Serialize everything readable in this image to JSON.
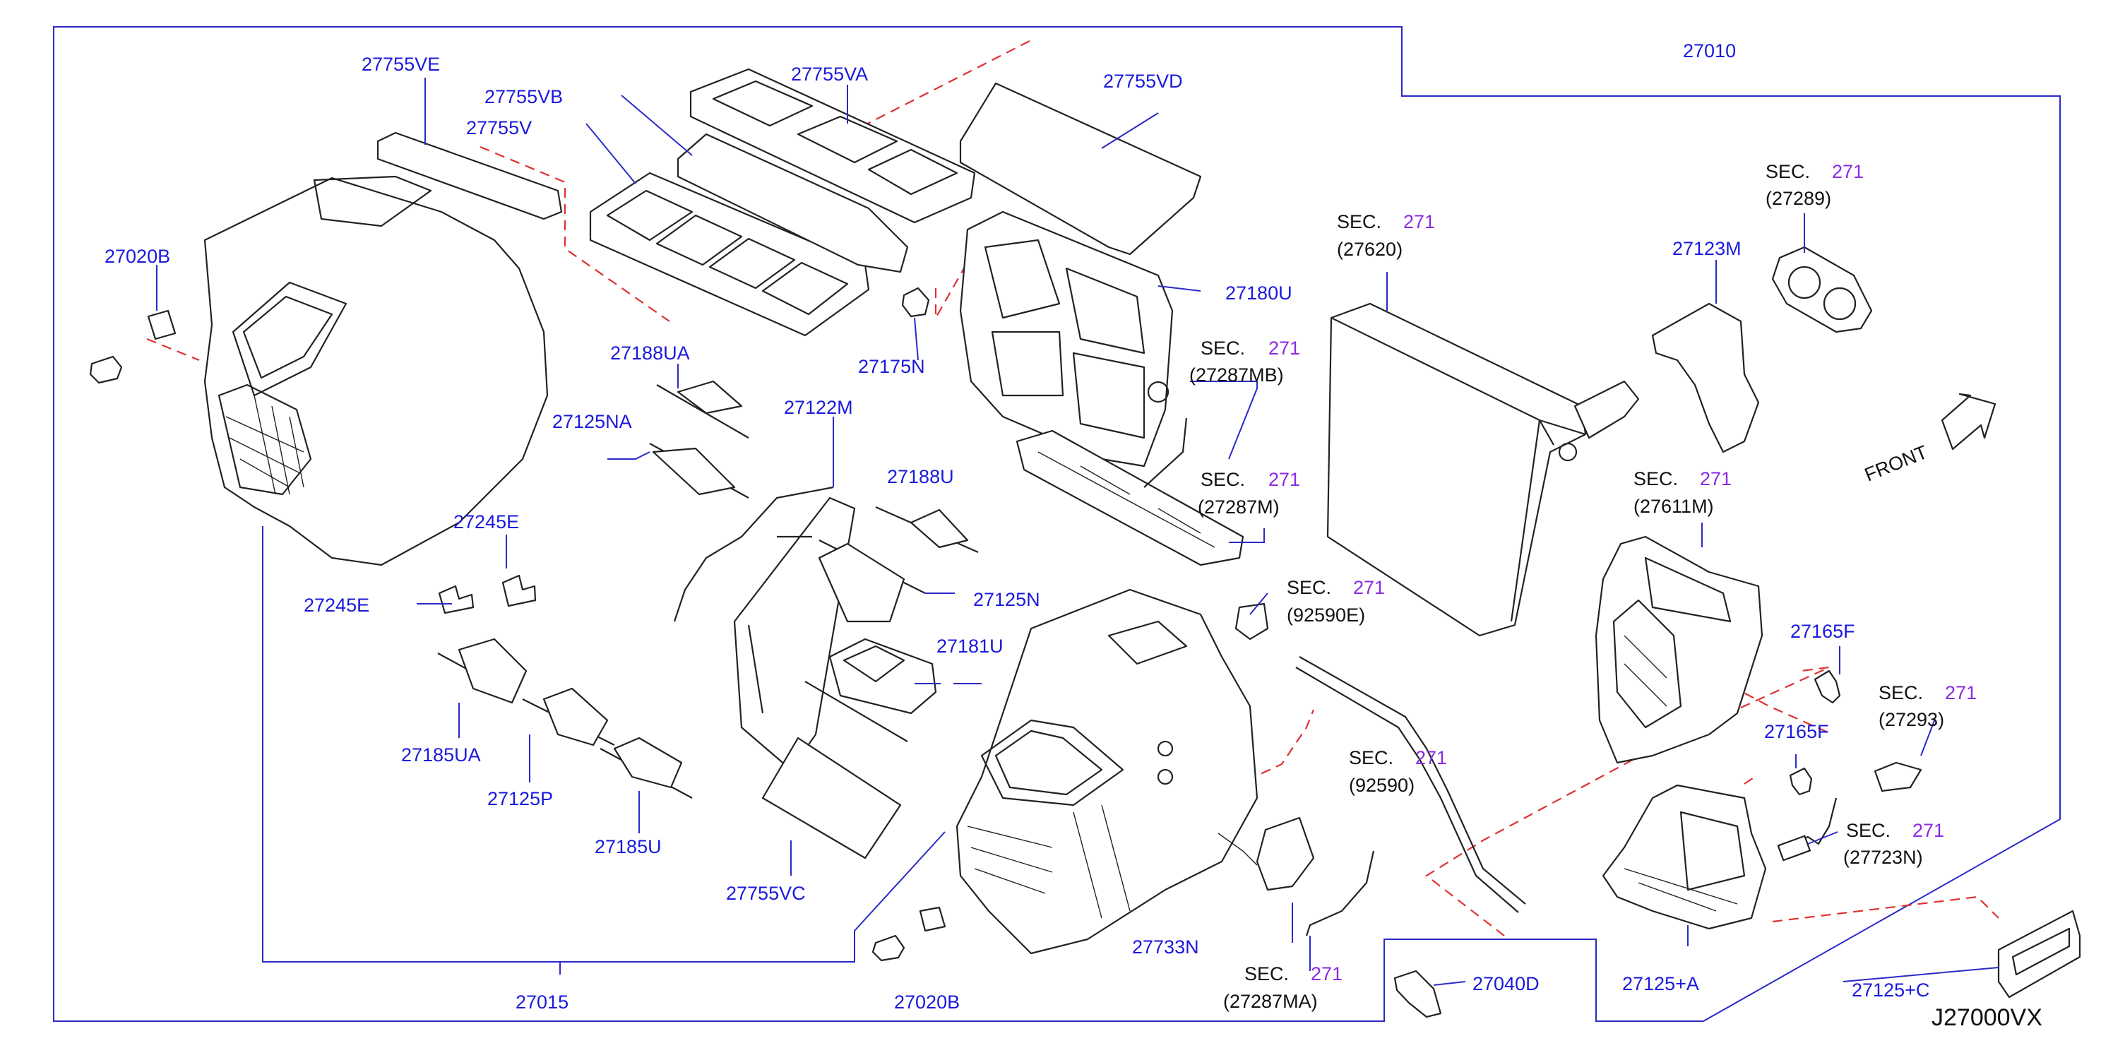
{
  "diagram_code": "J27000VX",
  "front_label": "FRONT",
  "labels": {
    "p27010": "27010",
    "p27015": "27015",
    "p27755VE": "27755VE",
    "p27755VB": "27755VB",
    "p27755V": "27755V",
    "p27755VA": "27755VA",
    "p27755VD": "27755VD",
    "p27755VC": "27755VC",
    "p27020B_a": "27020B",
    "p27020B_b": "27020B",
    "p27188UA": "27188UA",
    "p27125NA": "27125NA",
    "p27122M": "27122M",
    "p27175N": "27175N",
    "p27180U": "27180U",
    "p27188U": "27188U",
    "p27125N": "27125N",
    "p27245E_a": "27245E",
    "p27245E_b": "27245E",
    "p27181U": "27181U",
    "p27185UA": "27185UA",
    "p27125P": "27125P",
    "p27185U": "27185U",
    "p27733N": "27733N",
    "p27040D": "27040D",
    "p27123M": "27123M",
    "p27165F_a": "27165F",
    "p27165F_b": "27165F",
    "p27125A": "27125+A",
    "p27125C": "27125+C"
  },
  "sections": [
    {
      "key": "s27620",
      "sec": "SEC.",
      "num": "271",
      "ref": "(27620)"
    },
    {
      "key": "s27289",
      "sec": "SEC.",
      "num": "271",
      "ref": "(27289)"
    },
    {
      "key": "s27287MB",
      "sec": "SEC.",
      "num": "271",
      "ref": "(27287MB)"
    },
    {
      "key": "s27287M",
      "sec": "SEC.",
      "num": "271",
      "ref": "(27287M)"
    },
    {
      "key": "s92590E",
      "sec": "SEC.",
      "num": "271",
      "ref": "(92590E)"
    },
    {
      "key": "s92590",
      "sec": "SEC.",
      "num": "271",
      "ref": "(92590)"
    },
    {
      "key": "s27611M",
      "sec": "SEC.",
      "num": "271",
      "ref": "(27611M)"
    },
    {
      "key": "s27293",
      "sec": "SEC.",
      "num": "271",
      "ref": "(27293)"
    },
    {
      "key": "s27723N",
      "sec": "SEC.",
      "num": "271",
      "ref": "(27723N)"
    },
    {
      "key": "s27287MA",
      "sec": "SEC.",
      "num": "271",
      "ref": "(27287MA)"
    }
  ],
  "colors": {
    "label": "#1a1adc",
    "section_number": "#8a2be2",
    "reference": "#111111",
    "frame": "#2a2ac8",
    "dashed_leader": "#e03030"
  }
}
